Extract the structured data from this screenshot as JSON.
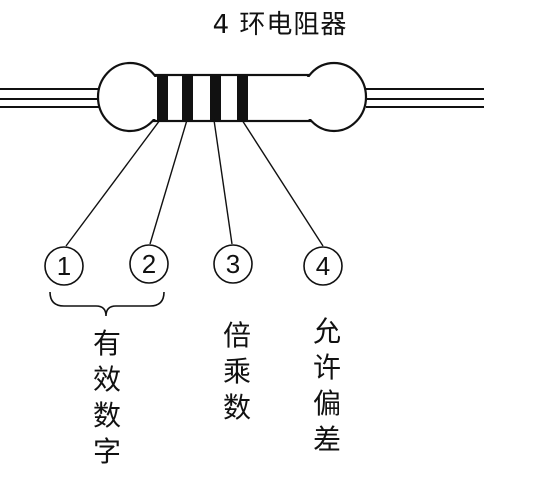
{
  "title": "4 环电阻器",
  "markers": [
    "1",
    "2",
    "3",
    "4"
  ],
  "labels": {
    "significant_digits": [
      "有",
      "效",
      "数",
      "字"
    ],
    "multiplier": [
      "倍",
      "乘",
      "数"
    ],
    "tolerance": [
      "允",
      "许",
      "偏",
      "差"
    ]
  }
}
